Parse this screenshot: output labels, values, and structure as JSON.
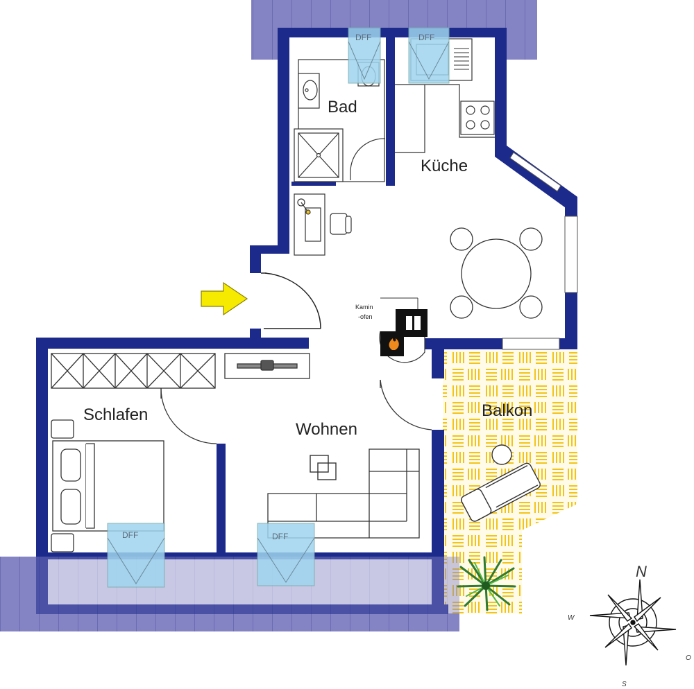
{
  "rooms": {
    "bad": "Bad",
    "kueche": "Küche",
    "schlafen": "Schlafen",
    "wohnen": "Wohnen",
    "balkon": "Balkon"
  },
  "fixtures": {
    "kamin_line1": "Kamin",
    "kamin_line2": "-ofen",
    "skylight": "DFF"
  },
  "compass": {
    "north": "N",
    "west": "W",
    "east": "O",
    "south": "S"
  },
  "colors": {
    "wall": "#1c2a8c",
    "roof": "#8484c4",
    "roof_line": "#5a5aa8",
    "skylight": "#9fd4ee",
    "balcony_tile": "#f2c418",
    "entrance_arrow": "#f5ea00",
    "plant": "#2f9a2f"
  },
  "icons": [
    "entrance-arrow-icon",
    "compass-rose-icon",
    "plant-icon",
    "fireplace-flame-icon"
  ]
}
